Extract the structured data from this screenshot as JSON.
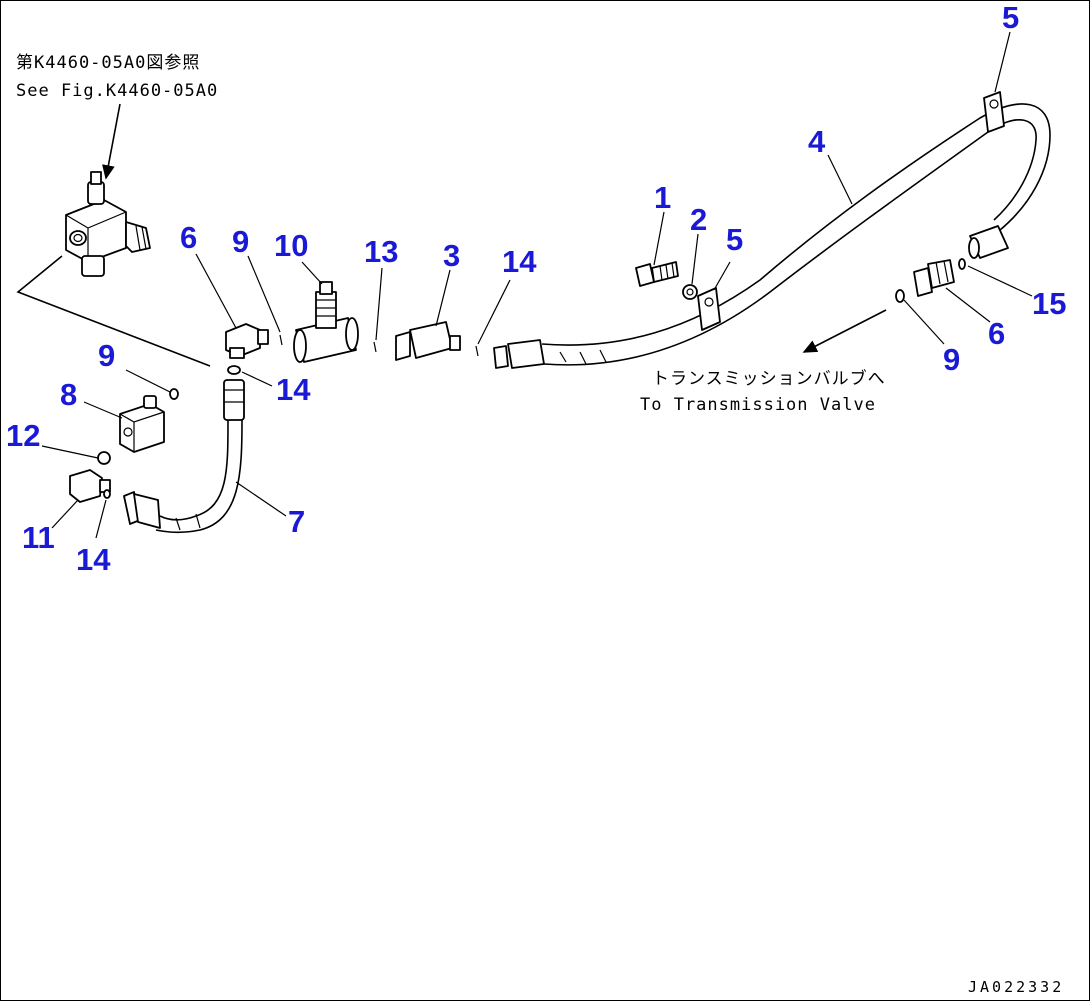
{
  "notes": {
    "ref_jp": "第K4460-05A0図参照",
    "ref_en": "See Fig.K4460-05A0",
    "dest_jp": "トランスミッションバルブへ",
    "dest_en": "To Transmission Valve",
    "drawing_code": "JA022332"
  },
  "callouts": [
    "5",
    "4",
    "1",
    "2",
    "5",
    "3",
    "14",
    "13",
    "10",
    "9",
    "6",
    "15",
    "6",
    "9",
    "14",
    "9",
    "8",
    "12",
    "11",
    "14",
    "7"
  ],
  "colors": {
    "callout": "#1a1ad6",
    "line": "#000000"
  }
}
